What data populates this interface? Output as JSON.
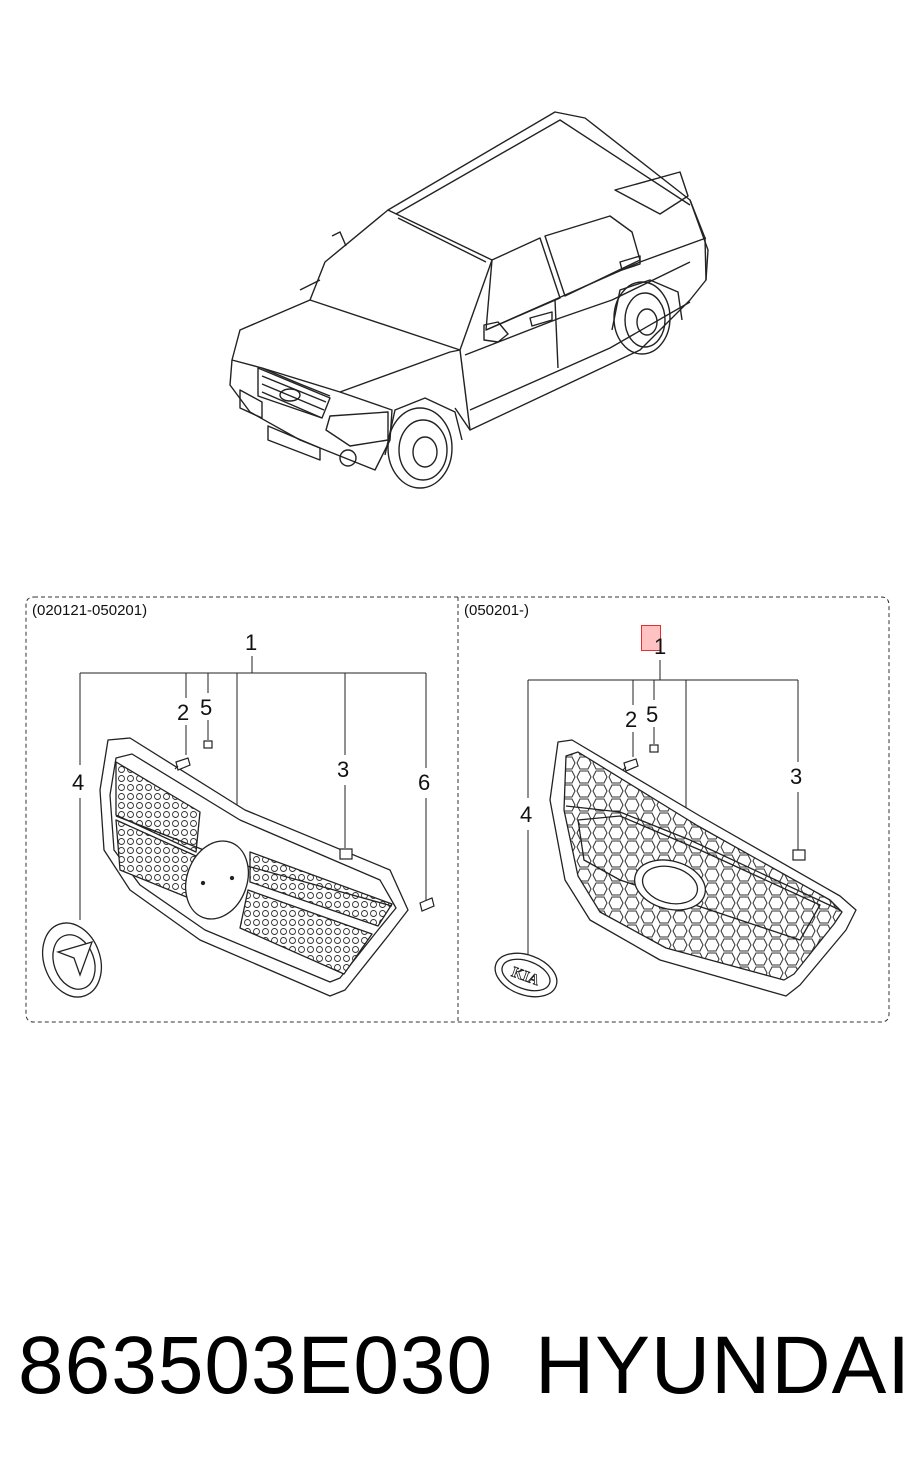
{
  "panels": {
    "left": {
      "label": "(020121-050201)",
      "callouts": [
        "1",
        "2",
        "5",
        "3",
        "4",
        "6"
      ]
    },
    "right": {
      "label": "(050201-)",
      "callouts": [
        "1",
        "2",
        "5",
        "3",
        "4"
      ]
    }
  },
  "footer": {
    "part_number": "863503E030",
    "brand": "HYUNDAI"
  },
  "colors": {
    "line": "#222222",
    "highlight": "#e03030"
  }
}
